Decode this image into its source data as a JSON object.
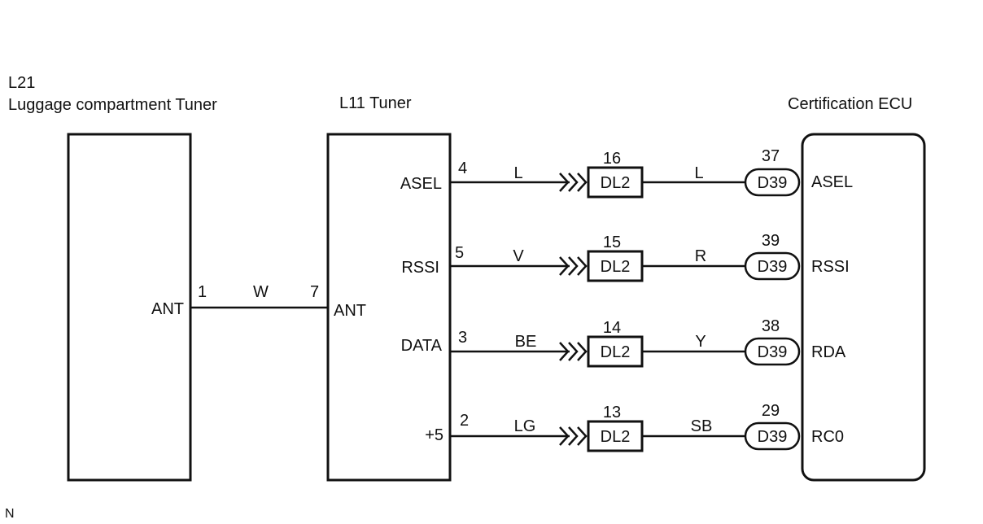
{
  "components": {
    "luggage_tuner": {
      "code": "L21",
      "name": "Luggage compartment Tuner",
      "pin_label": "ANT"
    },
    "tuner": {
      "title": "L11 Tuner",
      "ant_label": "ANT"
    },
    "ecu": {
      "title": "Certification ECU"
    }
  },
  "ant_link": {
    "pin_left": "1",
    "wire_color": "W",
    "pin_right": "7"
  },
  "signals": [
    {
      "tuner_label": "ASEL",
      "tuner_pin": "4",
      "wire1": "L",
      "dl_pin": "16",
      "dl": "DL2",
      "wire2": "L",
      "ecu_pin": "37",
      "ecu_conn": "D39",
      "ecu_label": "ASEL"
    },
    {
      "tuner_label": "RSSI",
      "tuner_pin": "5",
      "wire1": "V",
      "dl_pin": "15",
      "dl": "DL2",
      "wire2": "R",
      "ecu_pin": "39",
      "ecu_conn": "D39",
      "ecu_label": "RSSI"
    },
    {
      "tuner_label": "DATA",
      "tuner_pin": "3",
      "wire1": "BE",
      "dl_pin": "14",
      "dl": "DL2",
      "wire2": "Y",
      "ecu_pin": "38",
      "ecu_conn": "D39",
      "ecu_label": "RDA"
    },
    {
      "tuner_label": "+5",
      "tuner_pin": "2",
      "wire1": "LG",
      "dl_pin": "13",
      "dl": "DL2",
      "wire2": "SB",
      "ecu_pin": "29",
      "ecu_conn": "D39",
      "ecu_label": "RC0"
    }
  ],
  "footnote": "N"
}
